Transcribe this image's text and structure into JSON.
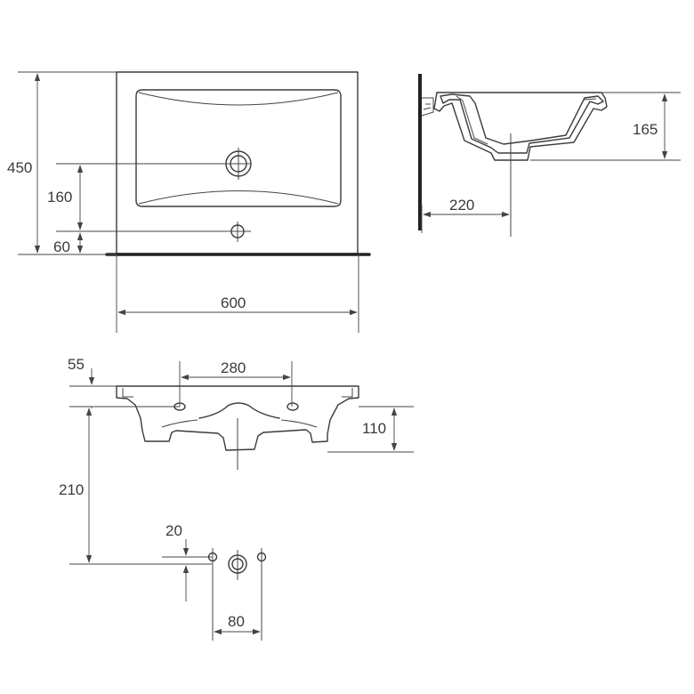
{
  "dimensions": {
    "top_view": {
      "depth": "450",
      "drain_offset": "160",
      "tap_offset": "60",
      "width": "600"
    },
    "side_view": {
      "basin_height": "165",
      "drain_distance": "220"
    },
    "rear_view": {
      "top_offset": "55",
      "bracket_spacing": "280",
      "bowl_height": "110",
      "drain_height": "210",
      "hole_offset": "20",
      "hole_spacing": "80"
    }
  },
  "colors": {
    "line": "#3a3a3a",
    "background": "#ffffff",
    "wall": "#222222"
  }
}
